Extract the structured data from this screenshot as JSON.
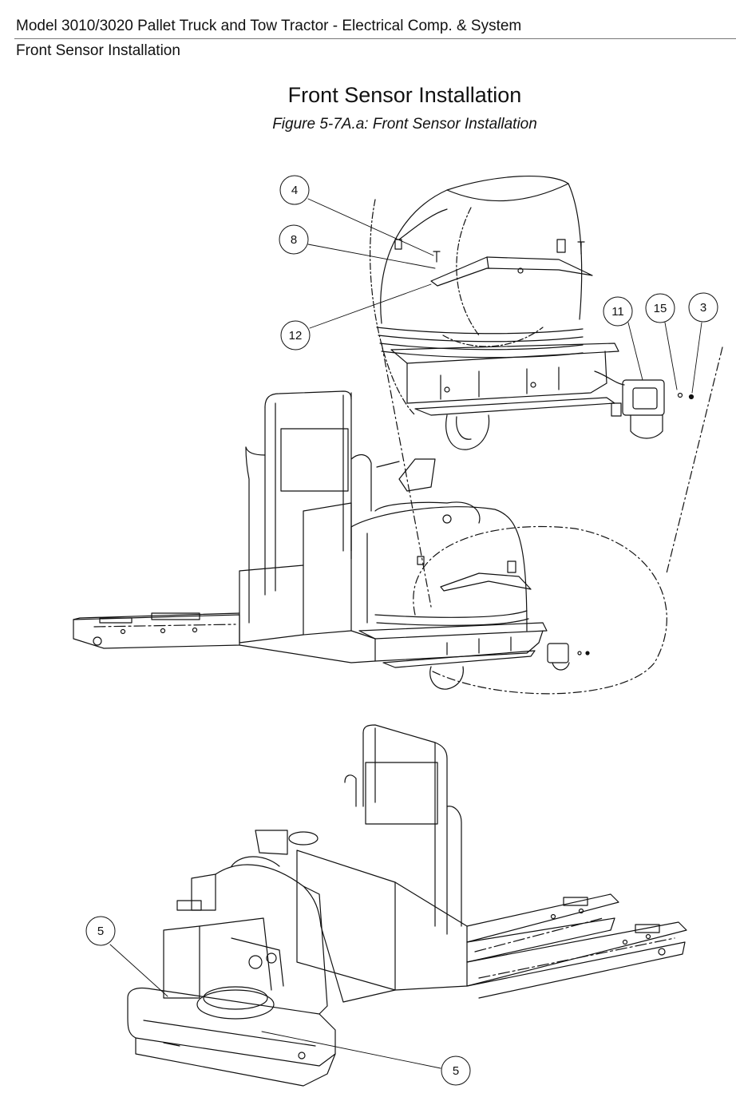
{
  "header": {
    "title": "Model 3010/3020 Pallet Truck and Tow Tractor - Electrical Comp. & System",
    "section": "Front Sensor Installation"
  },
  "page_title": "Front Sensor Installation",
  "figure_caption": "Figure 5-7A.a: Front Sensor Installation",
  "callouts": {
    "c4": "4",
    "c8": "8",
    "c12": "12",
    "c11": "11",
    "c15": "15",
    "c3": "3",
    "c5a": "5",
    "c5b": "5"
  }
}
